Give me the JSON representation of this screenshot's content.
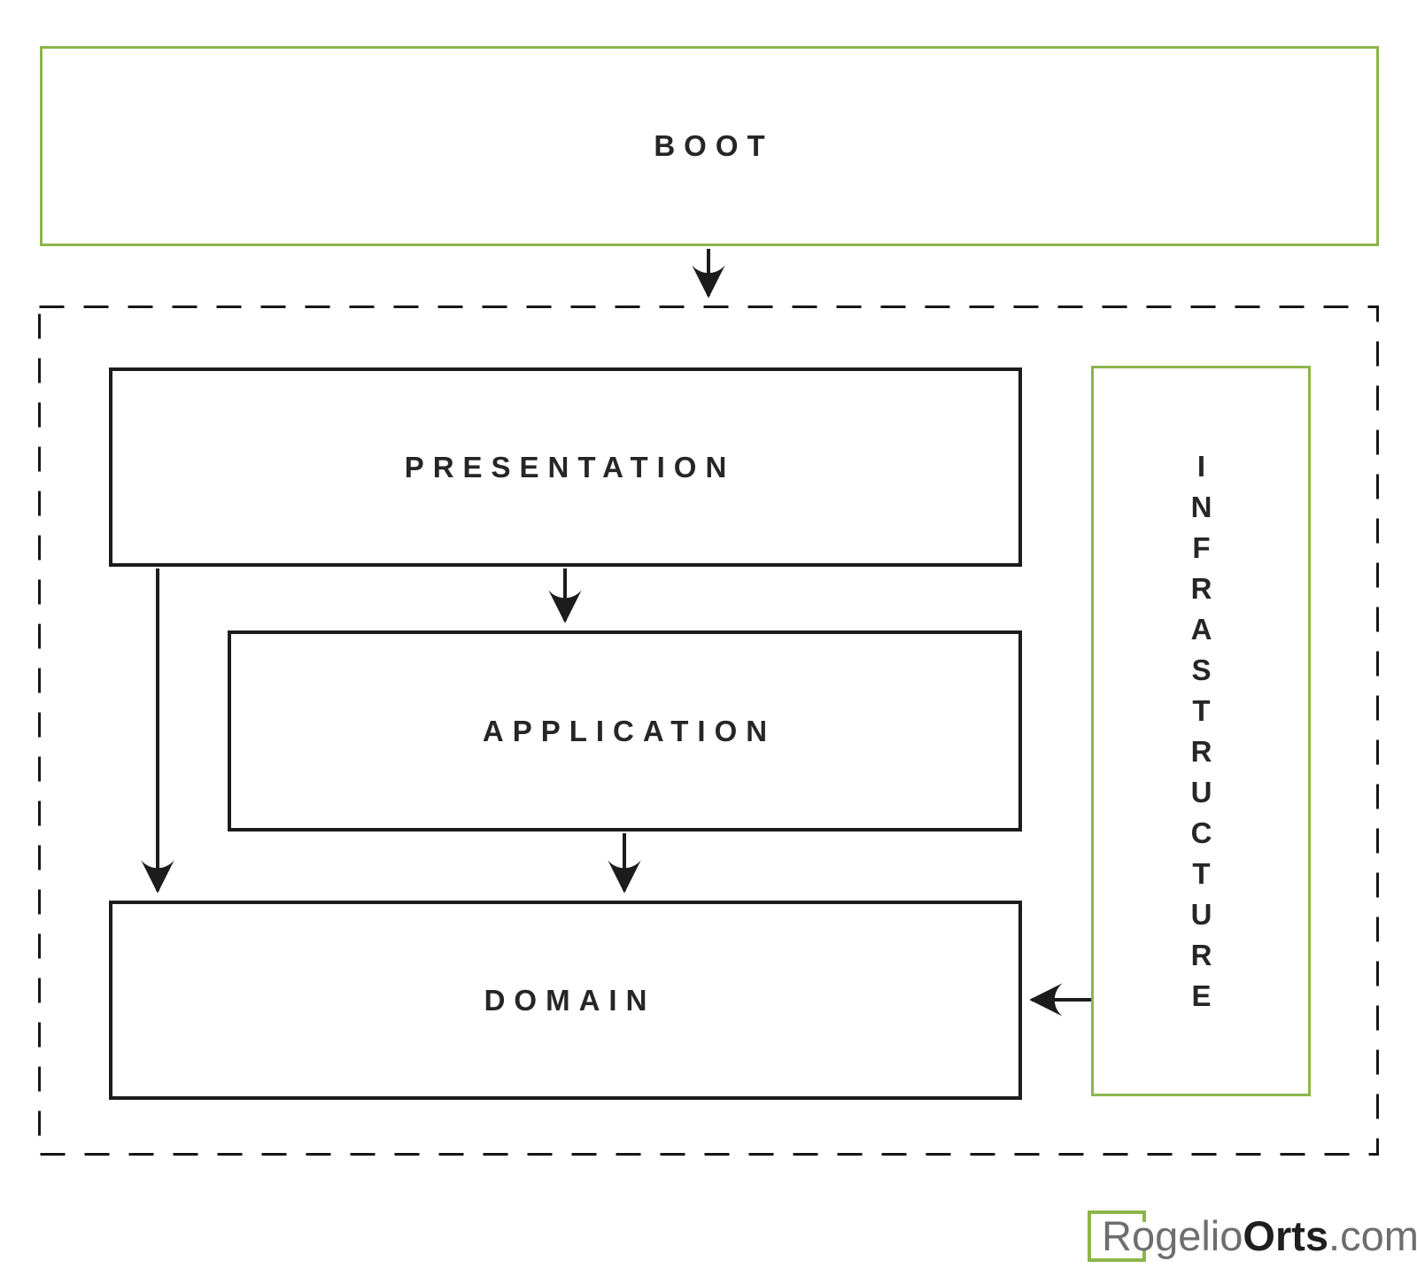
{
  "diagram": {
    "boxes": {
      "boot": {
        "label": "BOOT",
        "border_color": "#8CB54B"
      },
      "presentation": {
        "label": "PRESENTATION",
        "border_color": "#1C1C1C"
      },
      "application": {
        "label": "APPLICATION",
        "border_color": "#1C1C1C"
      },
      "domain": {
        "label": "DOMAIN",
        "border_color": "#1C1C1C"
      },
      "infrastructure": {
        "label": "INFRASTRUCTURE",
        "border_color": "#8CB54B"
      }
    },
    "edges": [
      {
        "from": "BOOT",
        "to": "layered-context",
        "direction": "down"
      },
      {
        "from": "PRESENTATION",
        "to": "APPLICATION",
        "direction": "down"
      },
      {
        "from": "PRESENTATION",
        "to": "DOMAIN",
        "direction": "down"
      },
      {
        "from": "APPLICATION",
        "to": "DOMAIN",
        "direction": "down"
      },
      {
        "from": "INFRASTRUCTURE",
        "to": "DOMAIN",
        "direction": "left"
      }
    ],
    "colors": {
      "accent_green": "#8CB54B",
      "ink": "#1C1C1C",
      "label_text": "#262626"
    }
  },
  "footer": {
    "brand_regular": "Rogelio",
    "brand_bold": "Orts",
    "brand_domain": ".com"
  }
}
